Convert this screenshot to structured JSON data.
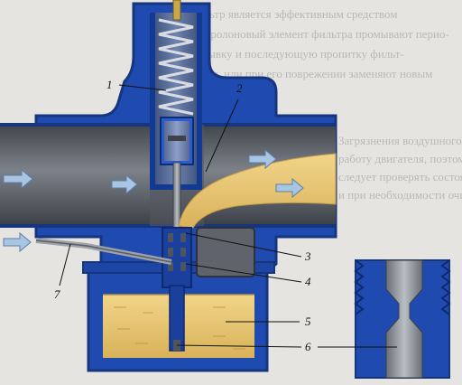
{
  "background_text": [
    "фильтр является эффективным средством",
    "концом ТО. Поролоновый элемент фильтра промывают перио-",
    "костного промывку и последующую пропитку фильт-",
    "рующим маслом, или при его поврежении заменяют новым",
    "Загрязнения воздушного фильтра ухудшают",
    "работу двигателя, поэтому при каждом ТО",
    "следует проверять состояние элемента",
    "и при необходимости очищать его."
  ],
  "callouts": [
    {
      "label": "1"
    },
    {
      "label": "2"
    },
    {
      "label": "3"
    },
    {
      "label": "4"
    },
    {
      "label": "5"
    },
    {
      "label": "6"
    },
    {
      "label": "7"
    }
  ],
  "colors": {
    "body_blue": "#1f4bb0",
    "body_blue_dark": "#15357f",
    "channel_gray": "#5c6068",
    "fuel_yellow": "#e8c56a",
    "arrow_light": "#a9c5e4",
    "page_bg": "#e6e4e0"
  }
}
